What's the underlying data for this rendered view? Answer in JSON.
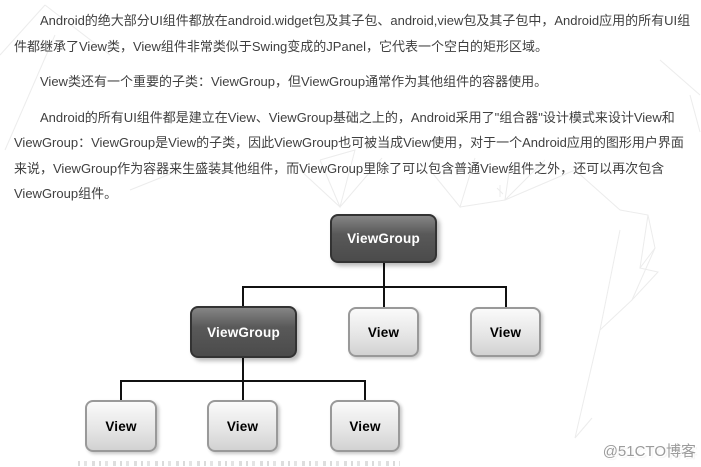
{
  "page": {
    "background": "#ffffff",
    "body_text_color": "#3f3f3f"
  },
  "paragraphs": [
    {
      "text": "Android的绝大部分UI组件都放在android.widget包及其子包、android,view包及其子包中，Android应用的所有UI组件都继承了View类，View组件非常类似于Swing变成的JPanel，它代表一个空白的矩形区域。"
    },
    {
      "text": "View类还有一个重要的子类：ViewGroup，但ViewGroup通常作为其他组件的容器使用。"
    },
    {
      "text": "Android的所有UI组件都是建立在View、ViewGroup基础之上的，Android采用了\"组合器\"设计模式来设计View和ViewGroup：ViewGroup是View的子类，因此ViewGroup也可被当成View使用，对于一个Android应用的图形用户界面来说，ViewGroup作为容器来生盛装其他组件，而ViewGroup里除了可以包含普通View组件之外，还可以再次包含ViewGroup组件。"
    }
  ],
  "diagram": {
    "type": "tree",
    "nodes": [
      {
        "id": "root",
        "label": "ViewGroup",
        "variant": "dark",
        "level": 0
      },
      {
        "id": "child-viewgroup",
        "label": "ViewGroup",
        "variant": "dark",
        "level": 1
      },
      {
        "id": "child-view-1",
        "label": "View",
        "variant": "light",
        "level": 1
      },
      {
        "id": "child-view-2",
        "label": "View",
        "variant": "light",
        "level": 1
      },
      {
        "id": "grandchild-view-1",
        "label": "View",
        "variant": "light",
        "level": 2
      },
      {
        "id": "grandchild-view-2",
        "label": "View",
        "variant": "light",
        "level": 2
      },
      {
        "id": "grandchild-view-3",
        "label": "View",
        "variant": "light",
        "level": 2
      }
    ],
    "edges": [
      {
        "from": "root",
        "to": "child-viewgroup"
      },
      {
        "from": "root",
        "to": "child-view-1"
      },
      {
        "from": "root",
        "to": "child-view-2"
      },
      {
        "from": "child-viewgroup",
        "to": "grandchild-view-1"
      },
      {
        "from": "child-viewgroup",
        "to": "grandchild-view-2"
      },
      {
        "from": "child-viewgroup",
        "to": "grandchild-view-3"
      }
    ],
    "colors": {
      "node_dark_fill_top": "#858585",
      "node_dark_fill_bottom": "#4b4b4b",
      "node_dark_border": "#333333",
      "node_dark_text": "#ffffff",
      "node_light_fill_top": "#fafafa",
      "node_light_fill_bottom": "#d2d2d2",
      "node_light_border": "#999999",
      "node_light_text": "#000000",
      "connector": "#111111"
    }
  },
  "watermark": {
    "text": "@51CTO博客",
    "color": "#9c9c9c"
  }
}
